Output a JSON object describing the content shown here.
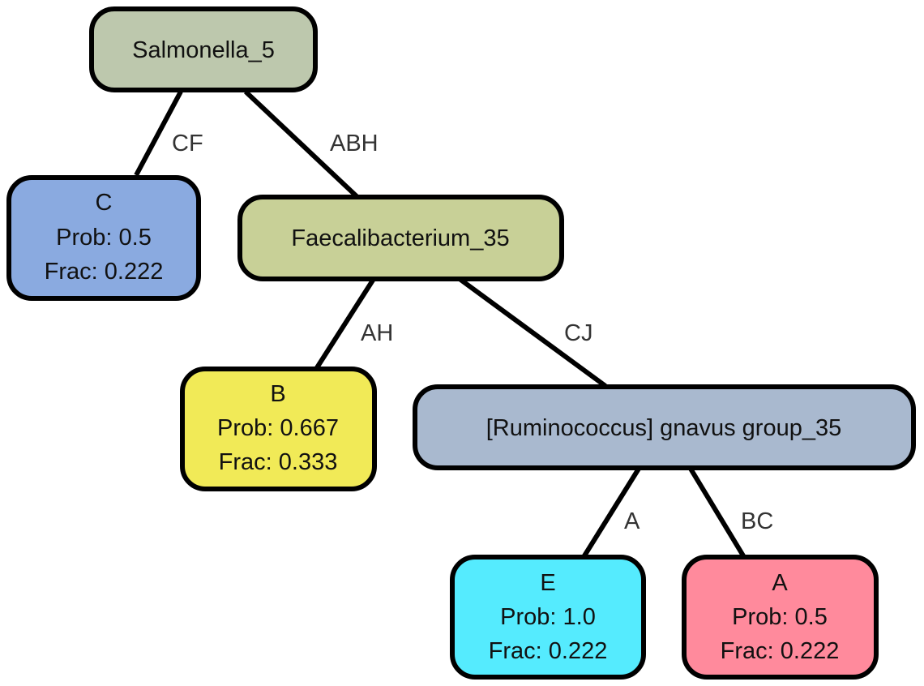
{
  "nodes": {
    "salmonella": {
      "label": "Salmonella_5",
      "color": "#bdc8ad"
    },
    "faecali": {
      "label": "Faecalibacterium_35",
      "color": "#c8d097"
    },
    "rumino": {
      "label": "[Ruminococcus] gnavus group_35",
      "color": "#a9b9cf"
    },
    "leaf_c": {
      "line1": "C",
      "line2": "Prob: 0.5",
      "line3": "Frac: 0.222",
      "color": "#8aaae0"
    },
    "leaf_b": {
      "line1": "B",
      "line2": "Prob: 0.667",
      "line3": "Frac: 0.333",
      "color": "#f1ea57"
    },
    "leaf_e": {
      "line1": "E",
      "line2": "Prob: 1.0",
      "line3": "Frac: 0.222",
      "color": "#55ebfe"
    },
    "leaf_a": {
      "line1": "A",
      "line2": "Prob: 0.5",
      "line3": "Frac: 0.222",
      "color": "#ff8a9c"
    }
  },
  "edges": {
    "salmonella_c": "CF",
    "salmonella_faecali": "ABH",
    "faecali_b": "AH",
    "faecali_rumino": "CJ",
    "rumino_e": "A",
    "rumino_a": "BC"
  }
}
